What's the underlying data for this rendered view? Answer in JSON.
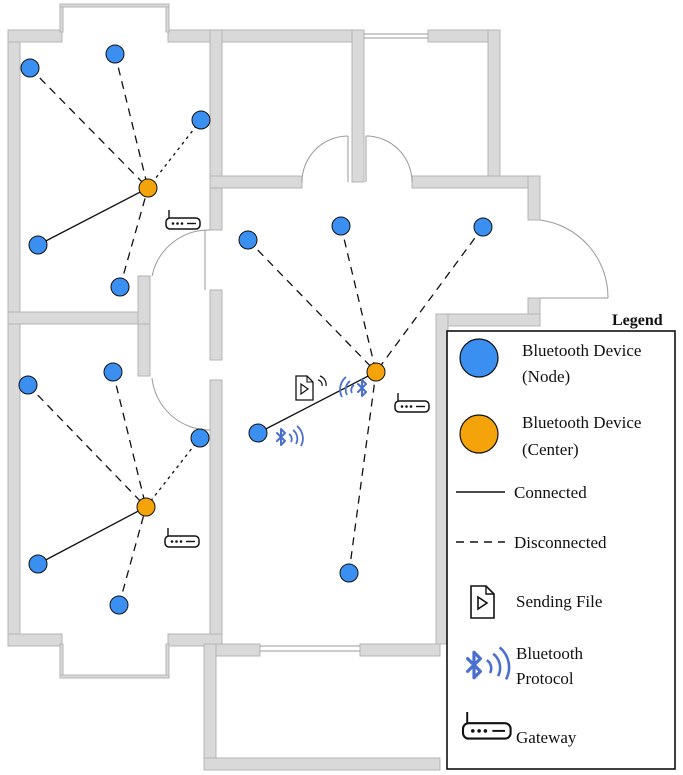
{
  "legend": {
    "title": "Legend",
    "node_line1": "Bluetooth Device",
    "node_line2": "(Node)",
    "center_line1": "Bluetooth Device",
    "center_line2": "(Center)",
    "connected": "Connected",
    "disconnected": "Disconnected",
    "sending_file": "Sending File",
    "protocol_line1": "Bluetooth",
    "protocol_line2": "Protocol",
    "gateway": "Gateway"
  },
  "colors": {
    "node": "#3a8ff0",
    "center": "#f5a30a",
    "wall": "#d9d9d9",
    "wall_edge": "#b5b5b5",
    "bluetooth_icon": "#4a6fd0",
    "line": "#111111"
  },
  "icons": [
    "bluetooth-node-icon",
    "bluetooth-center-icon",
    "file-icon",
    "bluetooth-protocol-icon",
    "gateway-icon"
  ]
}
